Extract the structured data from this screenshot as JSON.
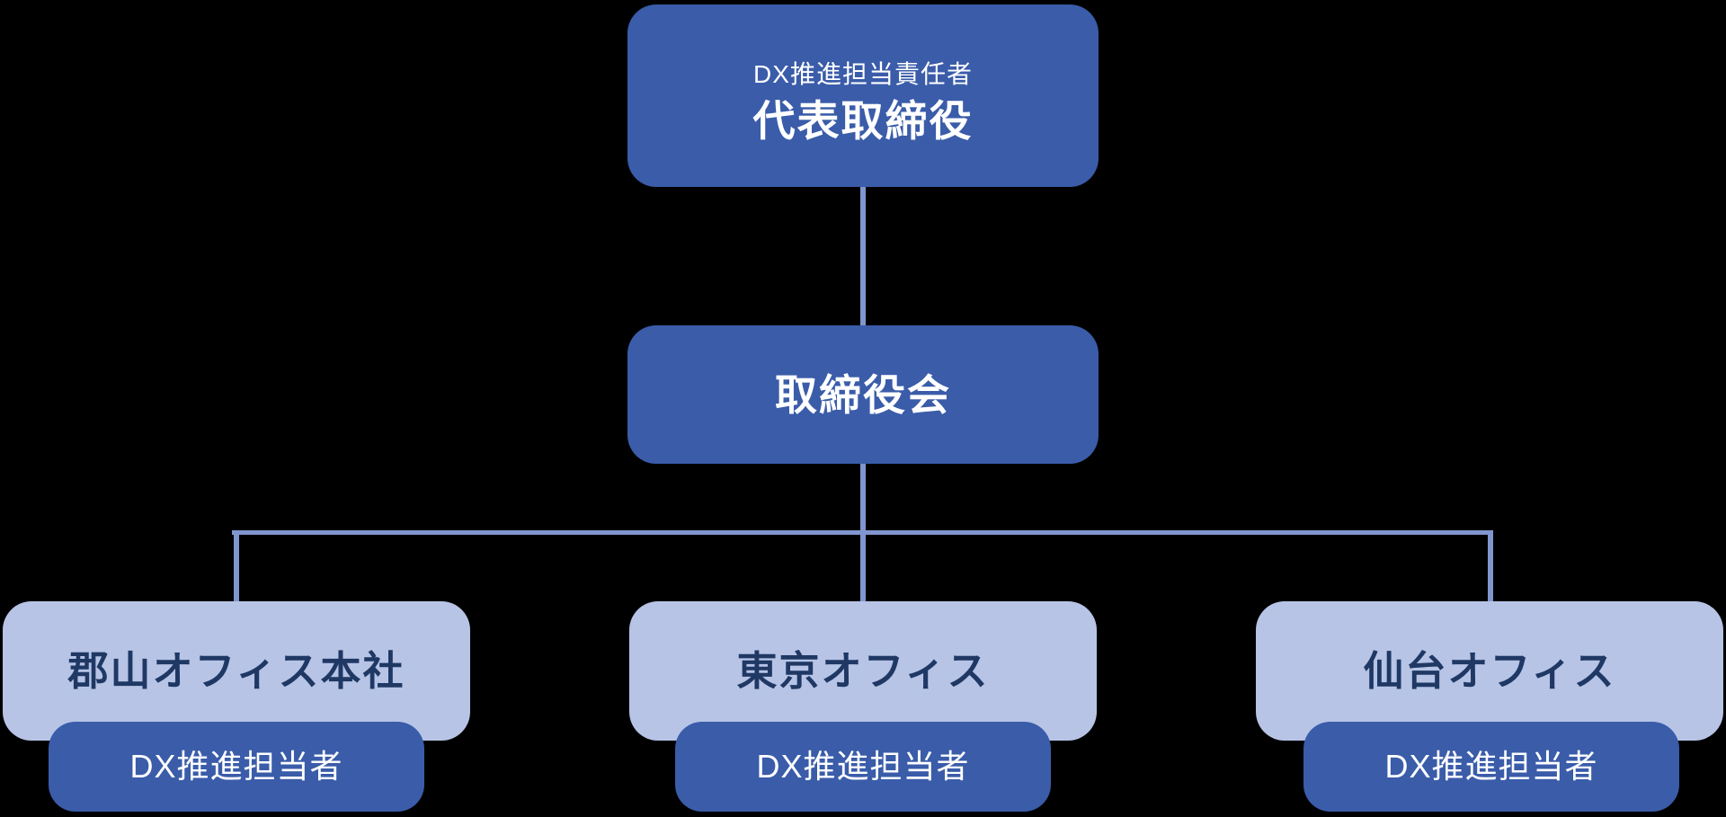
{
  "colors": {
    "background": "#000000",
    "node_dark_blue": "#3a5ca9",
    "node_light_blue": "#b7c4e6",
    "connector_blue": "#8096ce",
    "text_white": "#ffffff",
    "text_navy": "#1f3864"
  },
  "org_chart": {
    "root": {
      "subtitle": "DX推進担当責任者",
      "title": "代表取締役"
    },
    "board": {
      "title": "取締役会"
    },
    "branches": [
      {
        "title": "郡山オフィス本社",
        "sub": "DX推進担当者"
      },
      {
        "title": "東京オフィス",
        "sub": "DX推進担当者"
      },
      {
        "title": "仙台オフィス",
        "sub": "DX推進担当者"
      }
    ]
  }
}
